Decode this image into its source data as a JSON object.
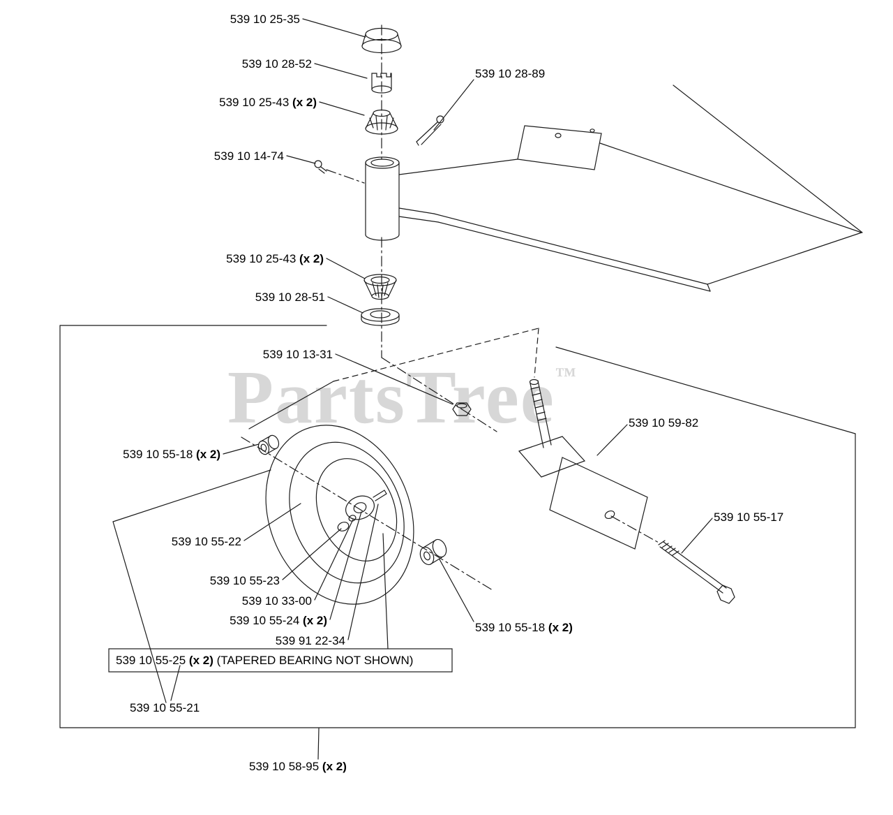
{
  "watermark": {
    "text": "PartsTree",
    "tm": "™",
    "color": "#d7d7d7"
  },
  "diagram": {
    "background": "#ffffff",
    "line_color": "#1b1b1b",
    "note_box_label_index": 16,
    "labels": [
      {
        "id": "539-10-25-35",
        "num": "539 10 25-35"
      },
      {
        "id": "539-10-28-52",
        "num": "539 10 28-52"
      },
      {
        "id": "539-10-25-43-a",
        "num": "539 10 25-43",
        "qty": " (x 2)"
      },
      {
        "id": "539-10-28-89",
        "num": "539 10 28-89"
      },
      {
        "id": "539-10-14-74",
        "num": "539 10 14-74"
      },
      {
        "id": "539-10-25-43-b",
        "num": "539 10 25-43",
        "qty": " (x 2)"
      },
      {
        "id": "539-10-28-51",
        "num": "539 10 28-51"
      },
      {
        "id": "539-10-13-31",
        "num": "539 10 13-31"
      },
      {
        "id": "539-10-59-82",
        "num": "539 10 59-82"
      },
      {
        "id": "539-10-55-18-a",
        "num": "539 10 55-18",
        "qty": " (x 2)"
      },
      {
        "id": "539-10-55-17",
        "num": "539 10 55-17"
      },
      {
        "id": "539-10-55-22",
        "num": "539 10 55-22"
      },
      {
        "id": "539-10-55-23",
        "num": "539 10 55-23"
      },
      {
        "id": "539-10-33-00",
        "num": "539 10 33-00"
      },
      {
        "id": "539-10-55-24",
        "num": "539 10 55-24",
        "qty": " (x 2)"
      },
      {
        "id": "539-91-22-34",
        "num": "539 91 22-34"
      },
      {
        "id": "539-10-55-25",
        "num": "539 10 55-25",
        "qty": " (x 2)",
        "note": " (TAPERED BEARING NOT SHOWN)"
      },
      {
        "id": "539-10-55-18-b",
        "num": "539 10 55-18",
        "qty": " (x 2)"
      },
      {
        "id": "539-10-55-21",
        "num": "539 10 55-21"
      },
      {
        "id": "539-10-58-95",
        "num": "539 10 58-95",
        "qty": " (x 2)"
      }
    ]
  }
}
